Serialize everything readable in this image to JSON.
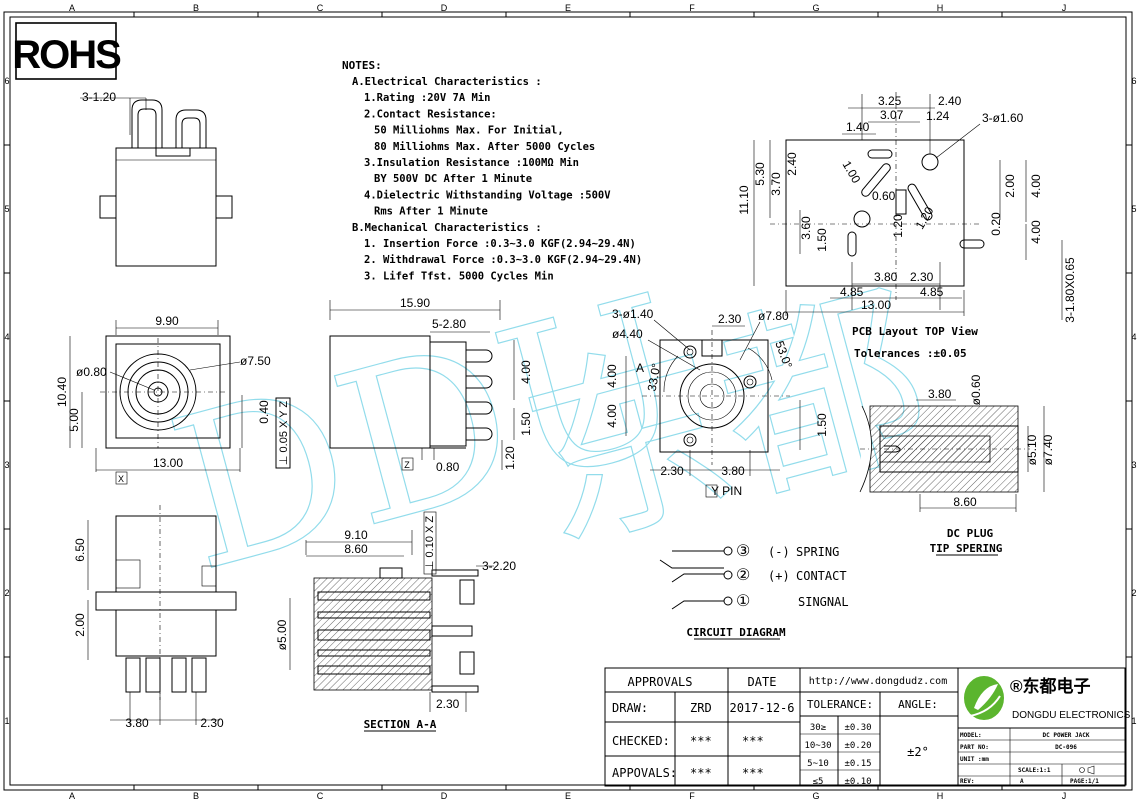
{
  "border": {
    "columns": [
      "A",
      "B",
      "C",
      "D",
      "E",
      "F",
      "G",
      "H",
      "J"
    ],
    "rows": [
      "6",
      "5",
      "4",
      "3",
      "2",
      "1"
    ]
  },
  "logo_rohs": "ROHS",
  "watermark": {
    "latin": "DDU",
    "chinese": "东都"
  },
  "notes": {
    "title": "NOTES:",
    "lines": [
      "A.Electrical Characteristics :",
      "1.Rating :20V 7A Min",
      "2.Contact Resistance:",
      "50 Milliohms Max. For Initial,",
      "80 Milliohms Max. After 5000 Cycles",
      "3.Insulation Resistance :100MΩ  Min",
      "BY 500V DC After 1 Minute",
      "4.Dielectric Withstanding Voltage :500V",
      "Rms After 1 Minute",
      "B.Mechanical Characteristics :",
      "1.  Insertion Force :0.3~3.0 KGF(2.94~29.4N)",
      "2.  Withdrawal Force :0.3~3.0 KGF(2.94~29.4N)",
      "3.  Lifef  Tfst. 5000 Cycles Min"
    ]
  },
  "dims": {
    "side_top": "3-1.20",
    "front_w": "9.90",
    "front_h": "10.40",
    "front_pin_d": "ø0.80",
    "front_bore_d": "ø7.50",
    "front_5": "5.00",
    "front_040": "0.40",
    "front_13": "13.00",
    "datum_x": "X",
    "datum_frame": "⊥ 0.05 X Y Z",
    "side_len": "15.90",
    "side_pins": "5-2.80",
    "side_400": "4.00",
    "side_150": "1.50",
    "side_080": "0.80",
    "side_120": "1.20",
    "datum_z": "Z",
    "bottom_650": "6.50",
    "bottom_200": "2.00",
    "bottom_380": "3.80",
    "bottom_230": "2.30",
    "sec_910": "9.10",
    "sec_860": "8.60",
    "sec_322": "3-2.20",
    "sec_500": "ø5.00",
    "sec_230": "2.30",
    "sec_frame": "⊥ 0.10 X Z",
    "sec_title": "SECTION A-A",
    "pin_314": "3-ø1.40",
    "pin_440": "ø4.40",
    "pin_230t": "2.30",
    "pin_780": "ø7.80",
    "pin_400a": "4.00",
    "pin_400b": "4.00",
    "pin_330": "33.0°",
    "pin_530": "53.0°",
    "pin_150": "1.50",
    "pin_230b": "2.30",
    "pin_380": "3.80",
    "pin_title": "Y  PIN",
    "pin_a": "A",
    "pcb_325": "3.25",
    "pcb_240a": "2.40",
    "pcb_307": "3.07",
    "pcb_124": "1.24",
    "pcb_140": "1.40",
    "pcb_3160": "3-ø1.60",
    "pcb_530": "5.30",
    "pcb_370": "3.70",
    "pcb_240b": "2.40",
    "pcb_100": "1.00",
    "pcb_060": "0.60",
    "pcb_200": "2.00",
    "pcb_400a": "4.00",
    "pcb_1110": "11.10",
    "pcb_360": "3.60",
    "pcb_150": "1.50",
    "pcb_120a": "1.20",
    "pcb_120b": "1.20",
    "pcb_020": "0.20",
    "pcb_400b": "4.00",
    "pcb_380": "3.80",
    "pcb_230": "2.30",
    "pcb_485a": "4.85",
    "pcb_485b": "4.85",
    "pcb_1300": "13.00",
    "pcb_slot": "3-1.80X0.65",
    "pcb_title": "PCB Layout TOP View",
    "pcb_tol": "Tolerances :±0.05",
    "plug_380": "3.80",
    "plug_060": "ø0.60",
    "plug_510": "ø5.10",
    "plug_740": "ø7.40",
    "plug_860": "8.60",
    "plug_title1": "DC PLUG",
    "plug_title2": "TIP SPERING"
  },
  "circuit": {
    "items": [
      {
        "num": "③",
        "sign": "(-)",
        "label": "SPRING"
      },
      {
        "num": "②",
        "sign": "(+)",
        "label": "CONTACT"
      },
      {
        "num": "①",
        "sign": "",
        "label": "SINGNAL"
      }
    ],
    "title": "CIRCUIT DIAGRAM"
  },
  "title_block": {
    "approvals": "APPROVALS",
    "date_hdr": "DATE",
    "url": "http://www.dongdudz.com",
    "angle": "ANGLE:",
    "tolerance": "TOLERANCE:",
    "draw": "DRAW:",
    "draw_by": "ZRD",
    "draw_date": "2017-12-6",
    "checked": "CHECKED:",
    "checked_by": "***",
    "checked_date": "***",
    "appovals": "APPOVALS:",
    "appovals_by": "***",
    "appovals_date": "***",
    "tol_rows": [
      {
        "range": "30≥",
        "tol": "±0.30"
      },
      {
        "range": "10~30",
        "tol": "±0.20"
      },
      {
        "range": "5~10",
        "tol": "±0.15"
      },
      {
        "range": "≤5",
        "tol": "±0.10"
      }
    ],
    "angle_tol": "±2°",
    "company_cn": "®东都电子",
    "company_en": "DONGDU ELECTRONICS",
    "model_lbl": "MODEL:",
    "model_val": "DC POWER JACK",
    "part_lbl": "PART NO:",
    "part_val": "DC-096",
    "unit_lbl": "UNIT :mm",
    "scale_lbl": "SCALE:1:1",
    "rev_lbl": "REV:",
    "rev_val": "A",
    "page_lbl": "PAGE:1/1"
  }
}
